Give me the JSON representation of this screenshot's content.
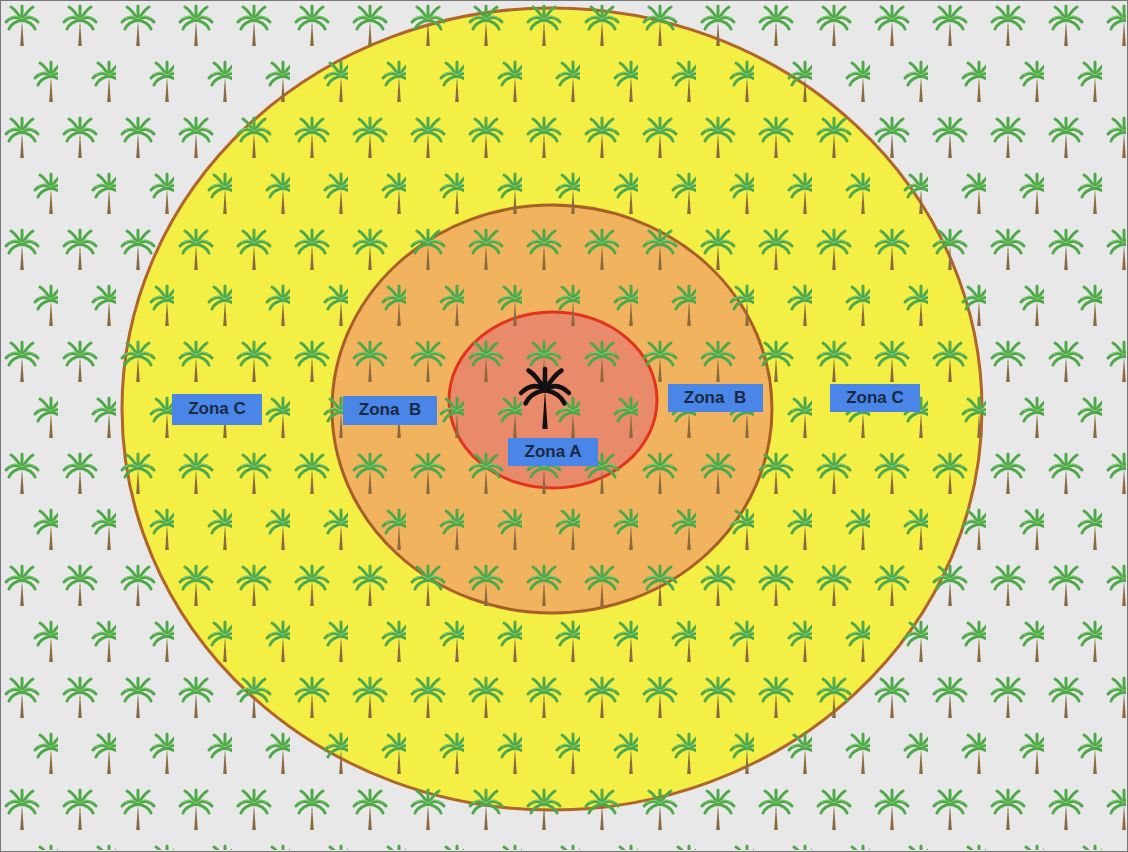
{
  "diagram": {
    "nodes": [
      {
        "text": [
          "Zona C"
        ]
      },
      {
        "text": [
          "Zona  B"
        ]
      },
      {
        "text": [
          "Zona  B"
        ]
      },
      {
        "text": [
          "Zona C"
        ]
      },
      {
        "text": [
          "Zona A"
        ]
      }
    ]
  }
}
